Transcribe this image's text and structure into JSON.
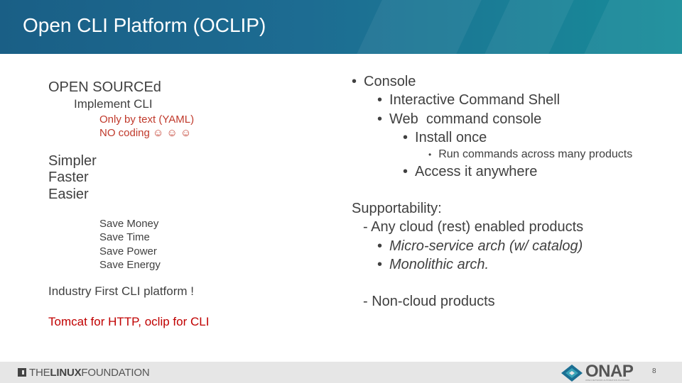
{
  "title": "Open CLI Platform (OCLIP)",
  "left": {
    "open_sourced": "OPEN SOURCEd",
    "implement_cli": "Implement CLI",
    "only_by_text": "Only by text (YAML)",
    "no_coding": "NO coding ☺ ☺ ☺",
    "simpler": "Simpler",
    "faster": "Faster",
    "easier": "Easier",
    "save_items": [
      "Save Money",
      "Save Time",
      "Save Power",
      "Save Energy"
    ],
    "industry_first": "Industry First CLI platform !",
    "tomcat": "Tomcat for HTTP, oclip for CLI"
  },
  "right": {
    "console": "Console",
    "interactive_shell": "Interactive Command Shell",
    "web_console": "Web  command console",
    "install_once": "Install once",
    "run_commands": "Run commands across many products",
    "access_anywhere": "Access it anywhere",
    "supportability": "Supportability:",
    "any_cloud": "- Any cloud (rest) enabled products",
    "micro_service": "Micro-service arch (w/ catalog)",
    "monolithic": "Monolithic arch.",
    "non_cloud": "- Non-cloud products"
  },
  "footer": {
    "linux_foundation_the": "THE",
    "linux_foundation_linux": "LINUX",
    "linux_foundation_foundation": "FOUNDATION",
    "onap": "ONAP",
    "onap_tagline": "OPEN NETWORK AUTOMATION PLATFORM",
    "page_number": "8"
  },
  "colors": {
    "header_start": "#1a5f86",
    "header_end": "#178d99",
    "red_text": "#c00000",
    "footer_bg": "#e6e6e6"
  }
}
